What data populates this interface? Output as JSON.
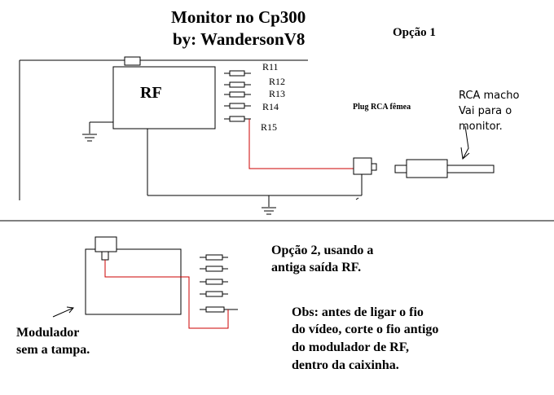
{
  "title": {
    "line1": "Monitor no Cp300",
    "line2": "by: WandersonV8"
  },
  "option1": {
    "label": "Opção 1",
    "rf_label": "RF",
    "resistors": [
      "R11",
      "R12",
      "R13",
      "R14",
      "R15"
    ],
    "plug_label": "Plug RCA fêmea",
    "rca_lines": [
      "RCA macho",
      "Vai para o",
      "monitor."
    ]
  },
  "option2": {
    "label_lines": [
      "Opção 2, usando a",
      "antiga saída RF."
    ],
    "modulator_lines": [
      "Modulador",
      "sem a tampa."
    ],
    "obs_lines": [
      "Obs: antes de ligar o fio",
      "do vídeo, corte o fio antigo",
      "do modulador de RF,",
      "dentro da caixinha."
    ]
  },
  "colors": {
    "wire": "#cc0000",
    "line": "#000000",
    "background": "#ffffff"
  }
}
